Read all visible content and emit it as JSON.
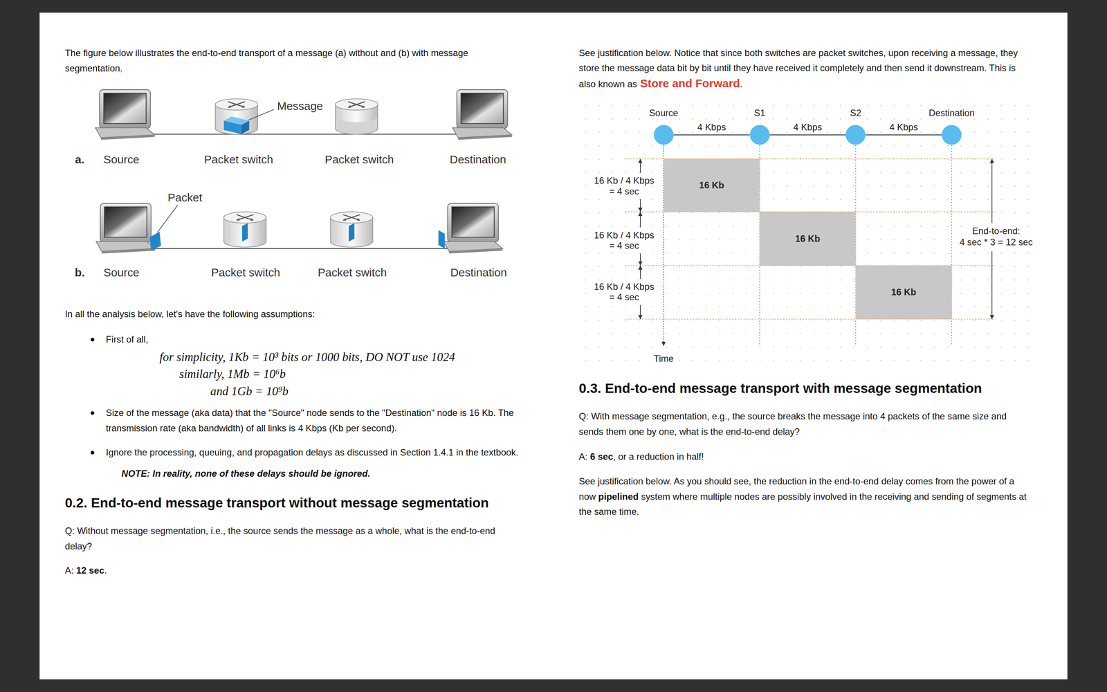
{
  "diagram": {
    "nodes": [
      {
        "text": [
          "Source"
        ]
      },
      {
        "text": [
          "S1"
        ]
      },
      {
        "text": [
          "S2"
        ]
      },
      {
        "text": [
          "Destination"
        ]
      },
      {
        "text": [
          "16 Kb"
        ]
      },
      {
        "text": [
          "16 Kb"
        ]
      },
      {
        "text": [
          "16 Kb"
        ]
      }
    ],
    "edges": [
      {
        "from": 0,
        "to": 1,
        "label": "4 Kbps",
        "arrow": "none"
      },
      {
        "from": 1,
        "to": 2,
        "label": "4 Kbps",
        "arrow": "none"
      },
      {
        "from": 2,
        "to": 3,
        "label": "4 Kbps",
        "arrow": "none"
      }
    ],
    "labels": [
      "The figure below illustrates the end-to-end transport of a message (a) without and (b) with message segmentation.",
      "Message",
      "a.",
      "Source",
      "Packet switch",
      "Packet switch",
      "Destination",
      "Packet",
      "b.",
      "Source",
      "Packet switch",
      "Packet switch",
      "Destination",
      "In all the analysis below, let's have the following assumptions:",
      "First of all,",
      "for simplicity, 1Kb = 10³ bits or 1000 bits, DO NOT use 1024",
      "similarly, 1Mb = 10⁶b",
      "and 1Gb = 10⁹b",
      "Size of the message (aka data) that the \"Source\" node sends to the \"Destination\" node is 16 Kb. The transmission rate (aka bandwidth) of all links is 4 Kbps (Kb per second).",
      "Ignore the processing, queuing, and propagation delays as discussed in Section 1.4.1 in the textbook.",
      "NOTE: In reality, none of these delays should be ignored.",
      "0.2. End-to-end message transport without message segmentation",
      "Q: Without message segmentation, i.e., the source sends the message as a whole, what is the end-to-end delay?",
      "A:",
      "12 sec",
      ".",
      "See justification below. Notice that since both switches are packet switches, upon receiving a message, they store the message data bit by bit until they have received it completely and then send it downstream. This is also known as",
      "Store and Forward",
      ".",
      "16 Kb / 4 Kbps",
      "= 4 sec",
      "16 Kb / 4 Kbps",
      "= 4 sec",
      "16 Kb / 4 Kbps",
      "= 4 sec",
      "End-to-end:",
      "4 sec * 3 = 12 sec",
      "Time",
      "0.3. End-to-end message transport with message segmentation",
      "Q: With message segmentation, e.g., the source breaks the message into 4 packets of the same size and sends them one by one, what is the end-to-end delay?",
      "A:",
      "6 sec",
      ", or a reduction in half!",
      "See justification below. As you should see, the reduction in the end-to-end delay comes from the power of a now",
      "pipelined",
      "system where multiple nodes are possibly involved in the receiving and sending of segments at the same time."
    ]
  }
}
